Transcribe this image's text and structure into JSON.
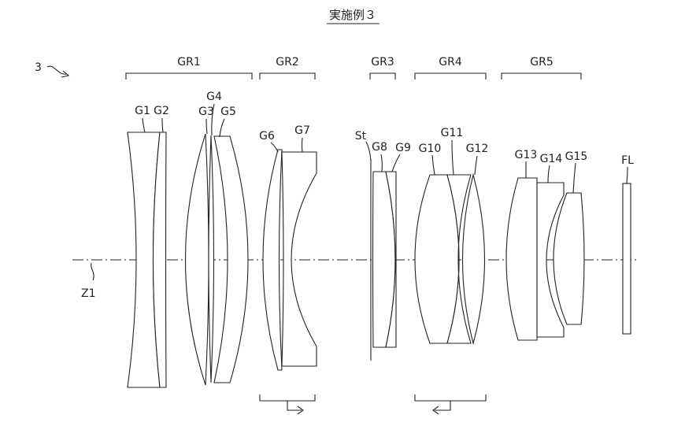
{
  "title": "実施例３",
  "figure_label": "3",
  "axis_label": "Z1",
  "groups": [
    {
      "id": "gr1",
      "label": "GR1"
    },
    {
      "id": "gr2",
      "label": "GR2"
    },
    {
      "id": "gr3",
      "label": "GR3"
    },
    {
      "id": "gr4",
      "label": "GR4"
    },
    {
      "id": "gr5",
      "label": "GR5"
    }
  ],
  "elements": [
    {
      "id": "g1",
      "label": "G1"
    },
    {
      "id": "g2",
      "label": "G2"
    },
    {
      "id": "g3",
      "label": "G3"
    },
    {
      "id": "g4",
      "label": "G4"
    },
    {
      "id": "g5",
      "label": "G5"
    },
    {
      "id": "g6",
      "label": "G6"
    },
    {
      "id": "g7",
      "label": "G7"
    },
    {
      "id": "st",
      "label": "St"
    },
    {
      "id": "g8",
      "label": "G8"
    },
    {
      "id": "g9",
      "label": "G9"
    },
    {
      "id": "g10",
      "label": "G10"
    },
    {
      "id": "g11",
      "label": "G11"
    },
    {
      "id": "g12",
      "label": "G12"
    },
    {
      "id": "g13",
      "label": "G13"
    },
    {
      "id": "g14",
      "label": "G14"
    },
    {
      "id": "g15",
      "label": "G15"
    },
    {
      "id": "fl",
      "label": "FL"
    }
  ],
  "movements": [
    {
      "group": "GR2",
      "direction": "right"
    },
    {
      "group": "GR4",
      "direction": "left"
    }
  ]
}
